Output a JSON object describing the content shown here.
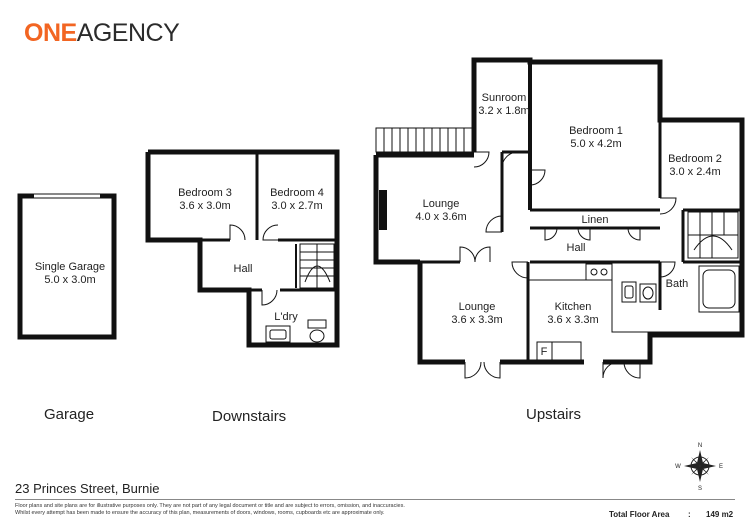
{
  "logo": {
    "part1": "ONE",
    "part2": "AGENCY"
  },
  "rooms": {
    "garage": {
      "name": "Single Garage",
      "size": "5.0 x 3.0m"
    },
    "bedroom3": {
      "name": "Bedroom 3",
      "size": "3.6 x 3.0m"
    },
    "bedroom4": {
      "name": "Bedroom 4",
      "size": "3.0 x 2.7m"
    },
    "hall_down": {
      "name": "Hall"
    },
    "laundry": {
      "name": "L'dry"
    },
    "sunroom": {
      "name": "Sunroom",
      "size": "3.2 x 1.8m"
    },
    "bedroom1": {
      "name": "Bedroom 1",
      "size": "5.0 x 4.2m"
    },
    "bedroom2": {
      "name": "Bedroom 2",
      "size": "3.0 x 2.4m"
    },
    "lounge_upper": {
      "name": "Lounge",
      "size": "4.0 x 3.6m"
    },
    "linen": {
      "name": "Linen"
    },
    "hall_up": {
      "name": "Hall"
    },
    "lounge_lower": {
      "name": "Lounge",
      "size": "3.6 x 3.3m"
    },
    "kitchen": {
      "name": "Kitchen",
      "size": "3.6 x 3.3m"
    },
    "bath": {
      "name": "Bath"
    },
    "fridge": {
      "name": "F"
    }
  },
  "sections": {
    "garage": "Garage",
    "downstairs": "Downstairs",
    "upstairs": "Upstairs"
  },
  "compass": {
    "n": "N",
    "e": "E",
    "s": "S",
    "w": "W"
  },
  "footer": {
    "address": "23 Princes Street, Burnie",
    "disclaimer_line1": "Floor plans and site plans are for illustrative purposes only. They are not part of any legal document or title and are subject to errors, omission, and inaccuracies.",
    "disclaimer_line2": "Whilst every attempt has been made to ensure the accuracy of this plan, measurements of doors, windows, rooms, cupboards etc are approximate only.",
    "total_label": "Total Floor Area",
    "total_separator": ":",
    "total_value": "149 m2"
  }
}
